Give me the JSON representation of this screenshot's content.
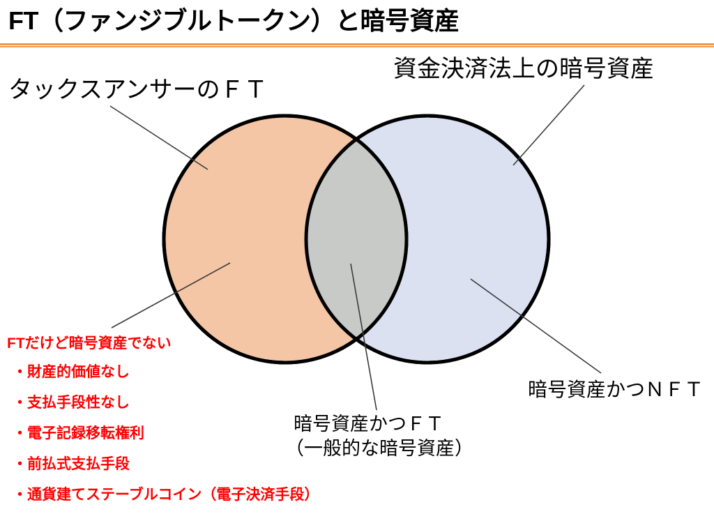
{
  "slide": {
    "title": "FT（ファンジブルトークン）と暗号資産",
    "accent_color": "#ED9A4E",
    "background": "#ffffff"
  },
  "venn": {
    "left_circle": {
      "name": "タックスアンサーのＦＴ",
      "fill": "#F5C6A5",
      "stroke": "#000000"
    },
    "right_circle": {
      "name": "資金決済法上の暗号資産",
      "fill": "#DBE1F1",
      "stroke": "#000000"
    },
    "intersection": {
      "fill": "#C8CAC8"
    }
  },
  "labels": {
    "left_circle_label": "タックスアンサーのＦＴ",
    "right_circle_label": "資金決済法上の暗号資産",
    "intersection_label_line1": "暗号資産かつＦＴ",
    "intersection_label_line2": "（一般的な暗号資産）",
    "right_only_label": "暗号資産かつＮＦＴ"
  },
  "red_list": {
    "heading": "FTだけど暗号資産でない",
    "color": "#FF0000",
    "items": [
      "・財産的価値なし",
      "・支払手段性なし",
      "・電子記録移転権利",
      "・前払式支払手段",
      "・通貨建てステーブルコイン（電子決済手段）"
    ]
  }
}
